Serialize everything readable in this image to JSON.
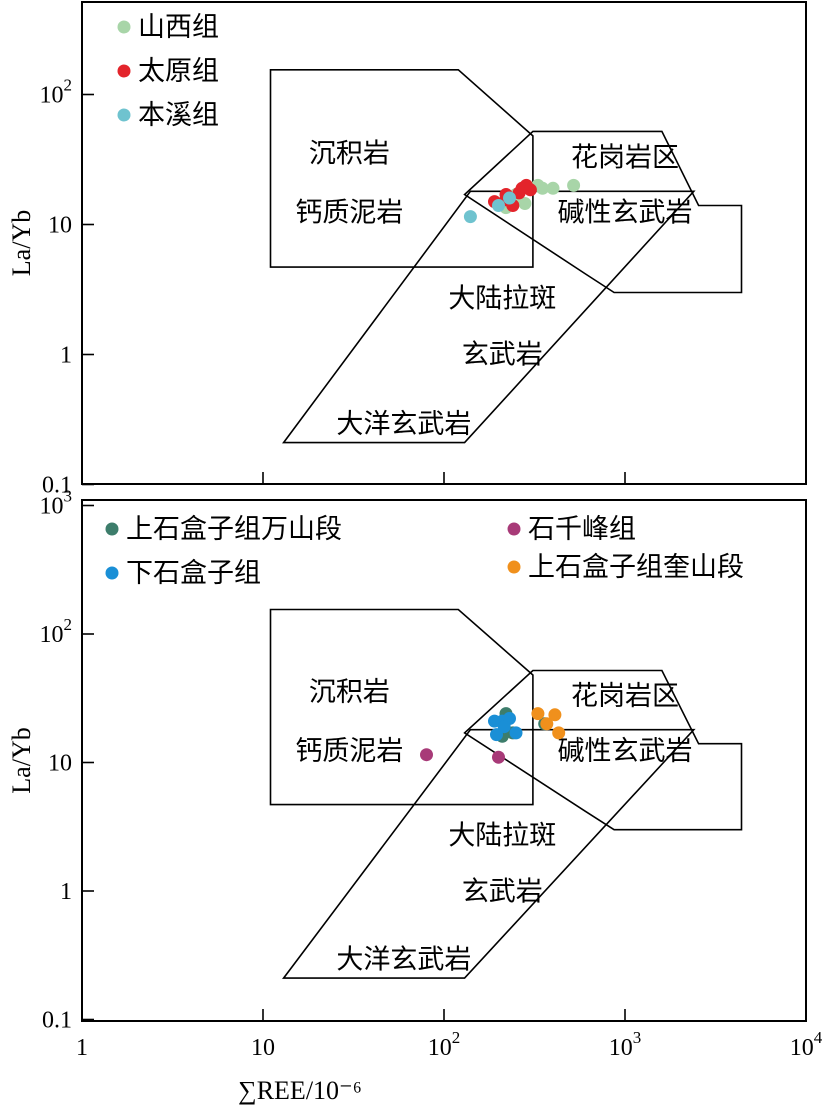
{
  "chart_data": [
    {
      "type": "scatter",
      "title": "",
      "xscale": "log",
      "yscale": "log",
      "xlim": [
        1,
        10000
      ],
      "ylim": [
        0.1,
        500
      ],
      "ylabel": "La/Yb",
      "y_ticks": [
        {
          "value": 100,
          "base": "10",
          "exp": "2"
        },
        {
          "value": 10,
          "base": "10",
          "exp": ""
        },
        {
          "value": 1,
          "base": "1",
          "exp": ""
        },
        {
          "value": 0.1,
          "base": "0.1",
          "exp": ""
        }
      ],
      "legend_position": "top-left",
      "regions": [
        {
          "name": "沉积岩",
          "label": "沉积岩",
          "label_at": [
            30,
            30
          ],
          "vertices": []
        },
        {
          "name": "钙质泥岩",
          "label": "钙质泥岩",
          "label_at": [
            30,
            10.5
          ]
        },
        {
          "name": "花岗岩区",
          "label": "花岗岩区",
          "label_at": [
            1000,
            28
          ]
        },
        {
          "name": "碱性玄武岩",
          "label": "碱性玄武岩",
          "label_at": [
            1000,
            10.5
          ]
        },
        {
          "name": "大陆拉斑玄武岩",
          "label_lines": [
            "大陆拉斑",
            "玄武岩"
          ],
          "label_at": [
            210,
            2.3
          ]
        },
        {
          "name": "大洋玄武岩",
          "label": "大洋玄武岩",
          "label_at": [
            60,
            0.25
          ]
        }
      ],
      "series": [
        {
          "name": "山西组",
          "color": "#a8d5a8",
          "points": [
            [
              200,
              14.5
            ],
            [
              220,
              13.5
            ],
            [
              250,
              17
            ],
            [
              280,
              14.5
            ],
            [
              300,
              19
            ],
            [
              330,
              20
            ],
            [
              350,
              19
            ],
            [
              400,
              19
            ],
            [
              520,
              20
            ],
            [
              240,
              15.5
            ]
          ]
        },
        {
          "name": "太原组",
          "color": "#e3242b",
          "points": [
            [
              190,
              15
            ],
            [
              220,
              15.5
            ],
            [
              240,
              14
            ],
            [
              260,
              17.5
            ],
            [
              270,
              19
            ],
            [
              285,
              20
            ],
            [
              300,
              18.5
            ],
            [
              220,
              17
            ]
          ]
        },
        {
          "name": "本溪组",
          "color": "#6fc3cf",
          "points": [
            [
              140,
              11.5
            ],
            [
              200,
              14
            ],
            [
              230,
              16
            ]
          ]
        }
      ]
    },
    {
      "type": "scatter",
      "title": "",
      "xscale": "log",
      "yscale": "log",
      "xlim": [
        1,
        10000
      ],
      "ylim": [
        0.1,
        1000
      ],
      "xlabel": "∑REE/10⁻⁶",
      "ylabel": "La/Yb",
      "x_ticks": [
        {
          "value": 1,
          "base": "1",
          "exp": ""
        },
        {
          "value": 10,
          "base": "10",
          "exp": ""
        },
        {
          "value": 100,
          "base": "10",
          "exp": "2"
        },
        {
          "value": 1000,
          "base": "10",
          "exp": "3"
        },
        {
          "value": 10000,
          "base": "10",
          "exp": "4"
        }
      ],
      "y_ticks": [
        {
          "value": 1000,
          "base": "10",
          "exp": "3"
        },
        {
          "value": 100,
          "base": "10",
          "exp": "2"
        },
        {
          "value": 10,
          "base": "10",
          "exp": ""
        },
        {
          "value": 1,
          "base": "1",
          "exp": ""
        },
        {
          "value": 0.1,
          "base": "0.1",
          "exp": ""
        }
      ],
      "legend_position": "top",
      "regions": [
        {
          "name": "沉积岩",
          "label": "沉积岩",
          "label_at": [
            30,
            30
          ]
        },
        {
          "name": "钙质泥岩",
          "label": "钙质泥岩",
          "label_at": [
            30,
            10.5
          ]
        },
        {
          "name": "花岗岩区",
          "label": "花岗岩区",
          "label_at": [
            1000,
            28
          ]
        },
        {
          "name": "碱性玄武岩",
          "label": "碱性玄武岩",
          "label_at": [
            1000,
            10.5
          ]
        },
        {
          "name": "大陆拉斑玄武岩",
          "label_lines": [
            "大陆拉斑",
            "玄武岩"
          ],
          "label_at": [
            210,
            2.3
          ]
        },
        {
          "name": "大洋玄武岩",
          "label": "大洋玄武岩",
          "label_at": [
            60,
            0.25
          ]
        }
      ],
      "series": [
        {
          "name": "上石盒子组万山段",
          "color": "#3d7d6b",
          "points": [
            [
              220,
              24
            ],
            [
              240,
              17
            ],
            [
              360,
              20
            ],
            [
              210,
              16
            ]
          ]
        },
        {
          "name": "下石盒子组",
          "color": "#1a8fd6",
          "points": [
            [
              190,
              21
            ],
            [
              210,
              21
            ],
            [
              230,
              22
            ],
            [
              250,
              17
            ],
            [
              195,
              16.5
            ],
            [
              215,
              19
            ]
          ]
        },
        {
          "name": "石千峰组",
          "color": "#a83a78",
          "points": [
            [
              80,
              11.5
            ],
            [
              200,
              11
            ]
          ]
        },
        {
          "name": "上石盒子组奎山段",
          "color": "#f0901c",
          "points": [
            [
              330,
              24
            ],
            [
              410,
              23.5
            ],
            [
              430,
              17
            ],
            [
              370,
              20
            ]
          ]
        }
      ]
    }
  ]
}
